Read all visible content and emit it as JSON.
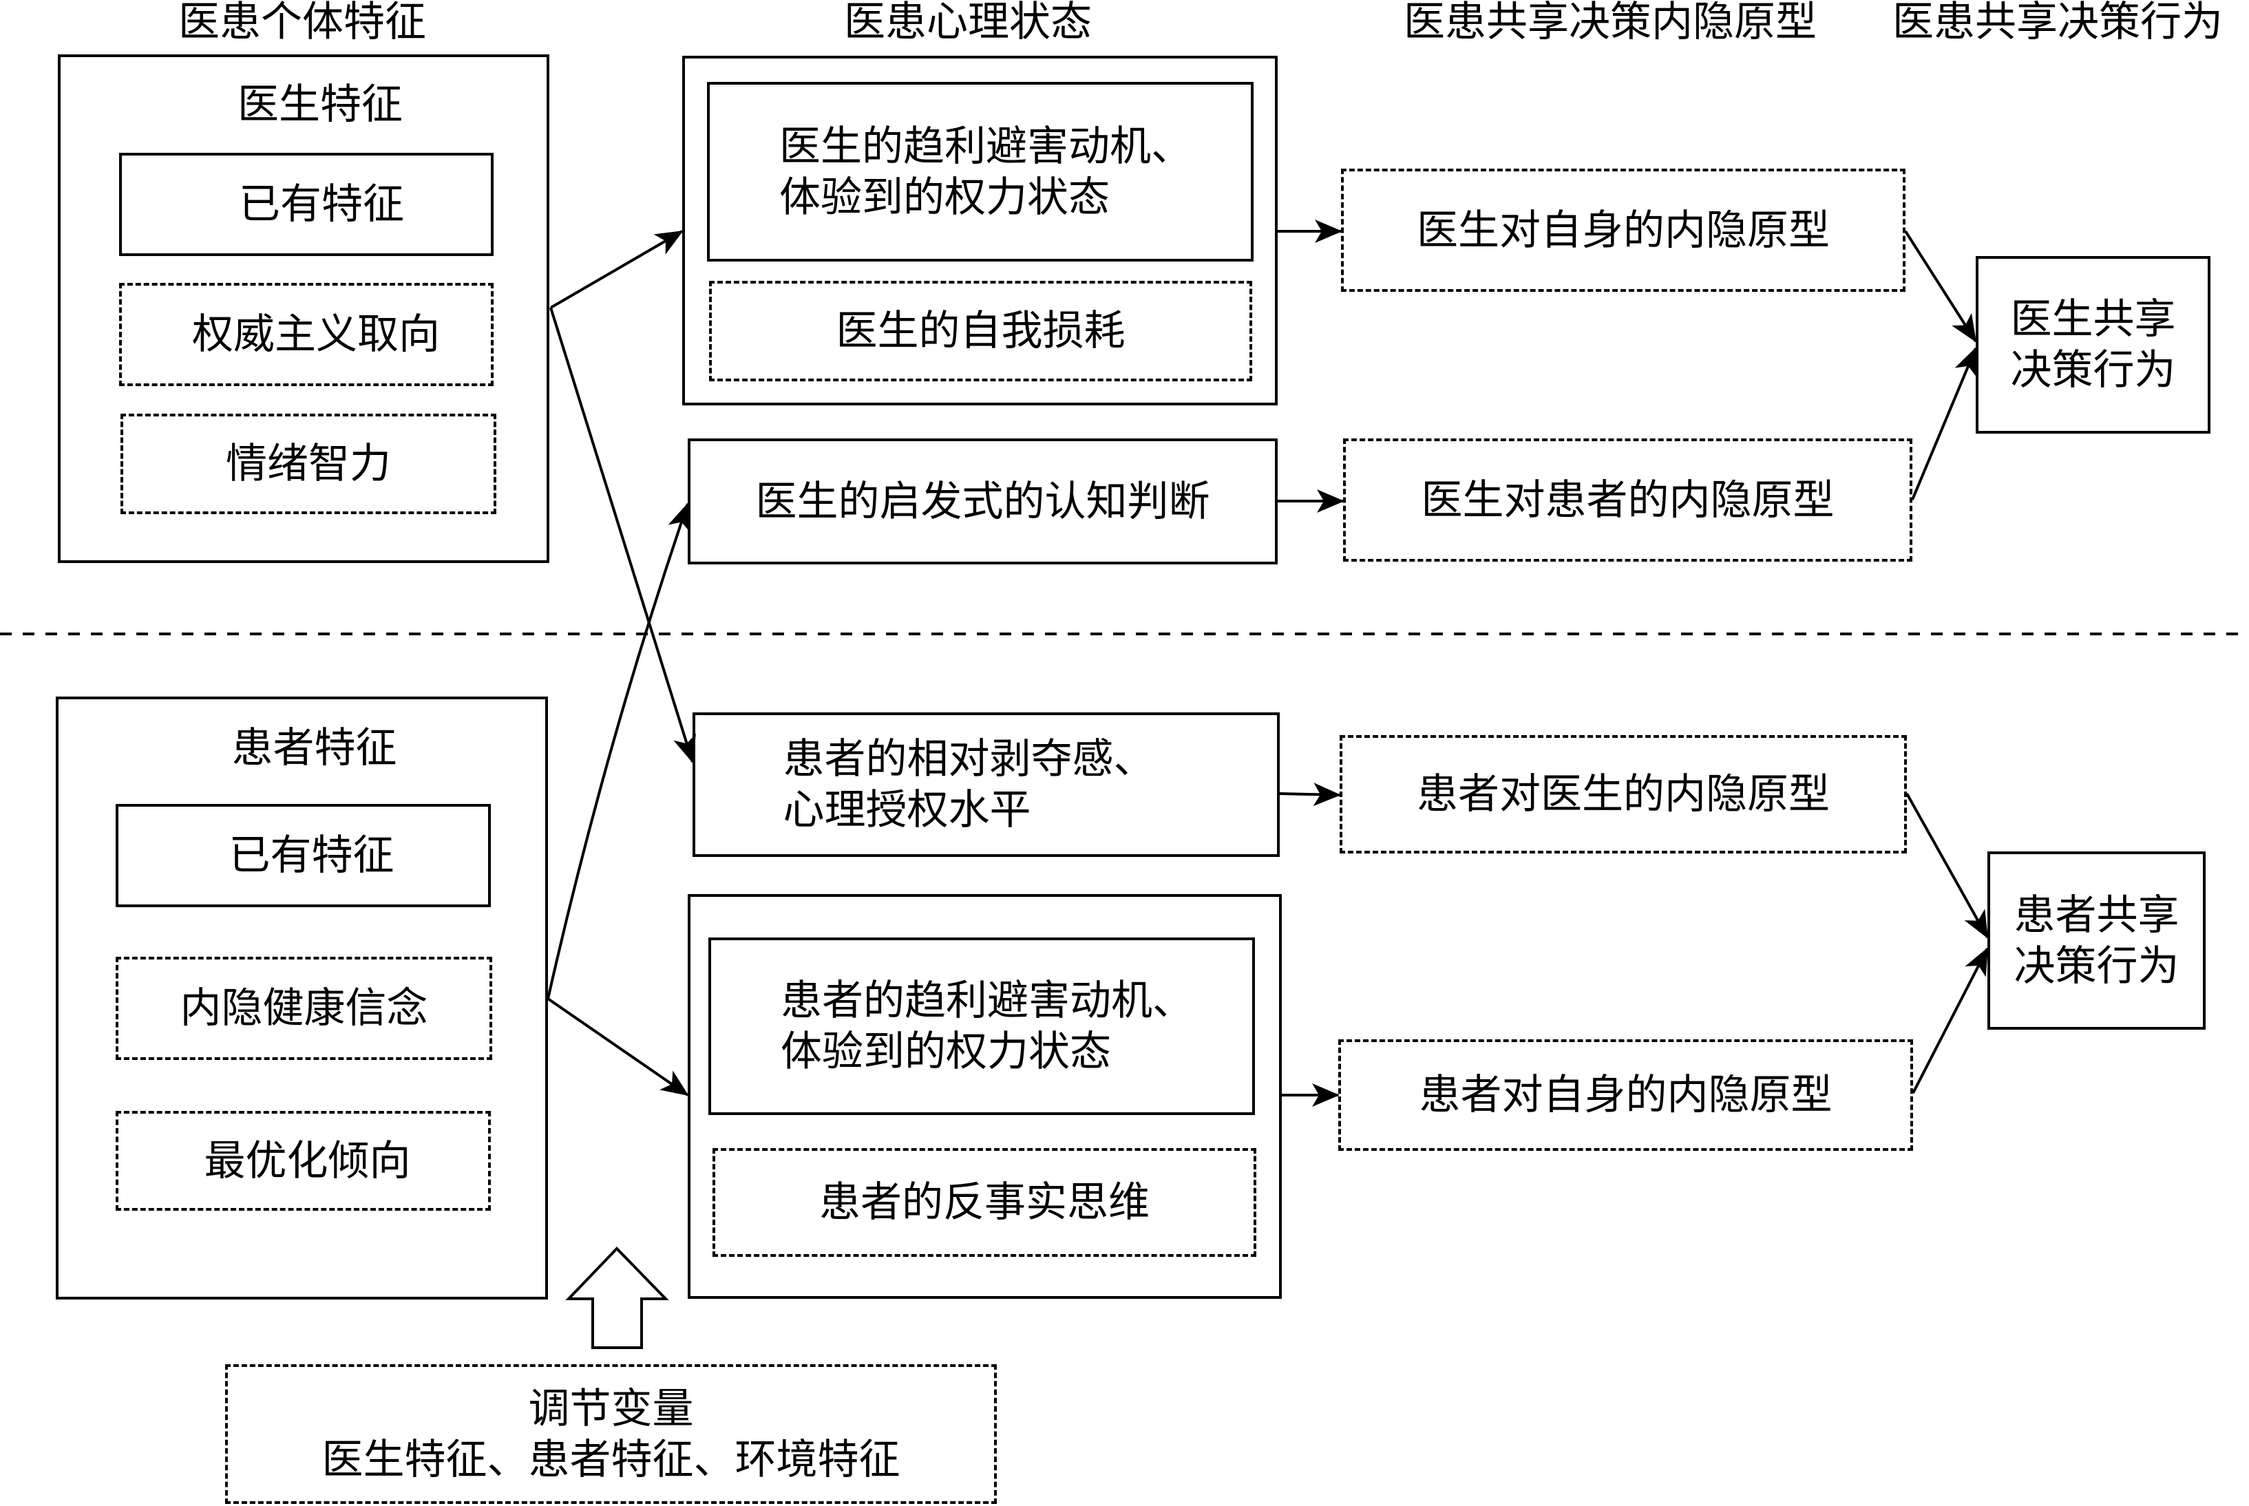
{
  "headers": {
    "individual_traits": "医患个体特征",
    "psychological_states": "医患心理状态",
    "implicit_prototypes": "医患共享决策内隐原型",
    "sdm_behavior": "医患共享决策行为"
  },
  "doctor": {
    "traits": {
      "title": "医生特征",
      "existing": "已有特征",
      "authoritarianism": "权威主义取向",
      "emotional_intelligence": "情绪智力"
    },
    "psych": {
      "motivation_line1": "医生的趋利避害动机、",
      "motivation_line2": "体验到的权力状态",
      "ego_depletion": "医生的自我损耗"
    },
    "heuristic_judgment": "医生的启发式的认知判断",
    "prototype_self": "医生对自身的内隐原型",
    "prototype_patient": "医生对患者的内隐原型",
    "behavior": {
      "line1": "医生共享",
      "line2": "决策行为"
    }
  },
  "patient": {
    "traits": {
      "title": "患者特征",
      "existing": "已有特征",
      "implicit_health_beliefs": "内隐健康信念",
      "maximizing_tendency": "最优化倾向"
    },
    "deprivation": {
      "line1": "患者的相对剥夺感、",
      "line2": "心理授权水平"
    },
    "psych": {
      "motivation_line1": "患者的趋利避害动机、",
      "motivation_line2": "体验到的权力状态",
      "counterfactual": "患者的反事实思维"
    },
    "prototype_doctor": "患者对医生的内隐原型",
    "prototype_self": "患者对自身的内隐原型",
    "behavior": {
      "line1": "患者共享",
      "line2": "决策行为"
    }
  },
  "moderator": {
    "title": "调节变量",
    "items": "医生特征、患者特征、环境特征"
  },
  "edges": [
    {
      "from": "doctor-traits-box",
      "to": "doctor-psych-box"
    },
    {
      "from": "doctor-traits-box",
      "to": "patient-deprivation-box"
    },
    {
      "from": "patient-traits-box",
      "to": "doctor-heuristic-box"
    },
    {
      "from": "patient-traits-box",
      "to": "patient-psych-box"
    },
    {
      "from": "doctor-psych-box",
      "to": "doctor-prototype-self-box"
    },
    {
      "from": "doctor-heuristic-box",
      "to": "doctor-prototype-patient-box"
    },
    {
      "from": "patient-deprivation-box",
      "to": "patient-prototype-doctor-box"
    },
    {
      "from": "patient-psych-box",
      "to": "patient-prototype-self-box"
    },
    {
      "from": "doctor-prototype-self-box",
      "to": "doctor-behavior-box"
    },
    {
      "from": "doctor-prototype-patient-box",
      "to": "doctor-behavior-box"
    },
    {
      "from": "patient-prototype-doctor-box",
      "to": "patient-behavior-box"
    },
    {
      "from": "patient-prototype-self-box",
      "to": "patient-behavior-box"
    },
    {
      "from": "moderator-box",
      "to": "psychological-states"
    }
  ]
}
